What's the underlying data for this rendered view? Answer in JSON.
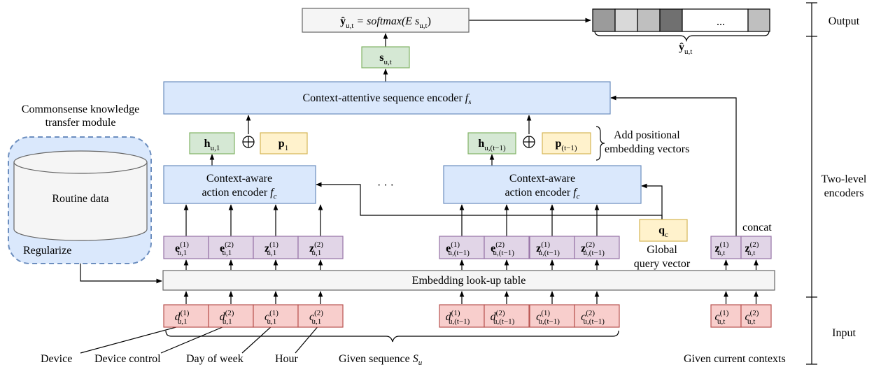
{
  "output": {
    "formula_lhs": "ŷ",
    "formula_lhs_sub": "u,t",
    "formula_rhs": " = softmax(E s",
    "formula_rhs_sub": "u,t",
    "formula_close": ")",
    "vector_ellipsis": "...",
    "vector_label": "ŷ",
    "vector_label_sub": "u,t",
    "vector_cells": [
      {
        "color": "#9b9b9b"
      },
      {
        "color": "#d9d9d9"
      },
      {
        "color": "#bfbfbf"
      },
      {
        "color": "#707070"
      },
      {
        "color": "#ffffff"
      },
      {
        "color": "#bfbfbf"
      }
    ]
  },
  "s_vector": {
    "base": "s",
    "sub": "u,t"
  },
  "sequence_encoder": {
    "label": "Context-attentive sequence encoder ",
    "symbol": "f",
    "sub": "s"
  },
  "hidden": [
    {
      "base": "h",
      "sub": "u,1"
    },
    {
      "base": "h",
      "sub": "u,(t−1)"
    }
  ],
  "positional": [
    {
      "base": "p",
      "sub": "1"
    },
    {
      "base": "p",
      "sub": "(t−1)"
    }
  ],
  "oplus": "⊕",
  "action_encoder": {
    "line1": "Context-aware",
    "line2": "action encoder ",
    "symbol": "f",
    "sub": "c"
  },
  "middle_ellipsis": "· · ·",
  "positional_annotation": {
    "line1": "Add positional",
    "line2": "embedding vectors"
  },
  "knowledge_module": {
    "title_line1": "Commonsense knowledge",
    "title_line2": "transfer module",
    "db_label": "Routine data",
    "regularize": "Regularize"
  },
  "query": {
    "base": "q",
    "sub": "c",
    "label_line1": "Global",
    "label_line2": "query vector"
  },
  "concat_label": "concat",
  "embed_groups": [
    [
      {
        "base": "e",
        "sup": "(1)",
        "sub": "u,1"
      },
      {
        "base": "e",
        "sup": "(2)",
        "sub": "u,1"
      },
      {
        "base": "z",
        "sup": "(1)",
        "sub": "u,1"
      },
      {
        "base": "z",
        "sup": "(2)",
        "sub": "u,1"
      }
    ],
    [
      {
        "base": "e",
        "sup": "(1)",
        "sub": "u,(t−1)"
      },
      {
        "base": "e",
        "sup": "(2)",
        "sub": "u,(t−1)"
      },
      {
        "base": "z",
        "sup": "(1)",
        "sub": "u,(t−1)"
      },
      {
        "base": "z",
        "sup": "(2)",
        "sub": "u,(t−1)"
      }
    ],
    [
      {
        "base": "z",
        "sup": "(1)",
        "sub": "u,t"
      },
      {
        "base": "z",
        "sup": "(2)",
        "sub": "u,t"
      }
    ]
  ],
  "lookup_table": {
    "label": "Embedding look-up table"
  },
  "input_groups": [
    [
      {
        "base": "d",
        "sup": "(1)",
        "sub": "u,1"
      },
      {
        "base": "d",
        "sup": "(2)",
        "sub": "u,1"
      },
      {
        "base": "c",
        "sup": "(1)",
        "sub": "u,1"
      },
      {
        "base": "c",
        "sup": "(2)",
        "sub": "u,1"
      }
    ],
    [
      {
        "base": "d",
        "sup": "(1)",
        "sub": "u,(t−1)"
      },
      {
        "base": "d",
        "sup": "(2)",
        "sub": "u,(t−1)"
      },
      {
        "base": "c",
        "sup": "(1)",
        "sub": "u,(t−1)"
      },
      {
        "base": "c",
        "sup": "(2)",
        "sub": "u,(t−1)"
      }
    ],
    [
      {
        "base": "c",
        "sup": "(1)",
        "sub": "u,t"
      },
      {
        "base": "c",
        "sup": "(2)",
        "sub": "u,t"
      }
    ]
  ],
  "bottom_labels": {
    "device": "Device",
    "device_control": "Device control",
    "day_of_week": "Day of week",
    "hour": "Hour",
    "given_sequence": "Given sequence ",
    "given_sequence_symbol": "S",
    "given_sequence_sub": "u",
    "given_current": "Given current contexts"
  },
  "side_labels": {
    "output": "Output",
    "encoders_line1": "Two-level",
    "encoders_line2": "encoders",
    "input": "Input"
  },
  "colors": {
    "blue_fill": "#dae8fc",
    "blue_stroke": "#6c8ebf",
    "green_fill": "#d5e8d4",
    "green_stroke": "#82b366",
    "yellow_fill": "#fff2cc",
    "yellow_stroke": "#d6b656",
    "purple_fill": "#e1d5e7",
    "purple_stroke": "#9673a6",
    "red_fill": "#f8cecc",
    "red_stroke": "#b85450",
    "gray_fill": "#f5f5f5",
    "gray_stroke": "#666666"
  }
}
